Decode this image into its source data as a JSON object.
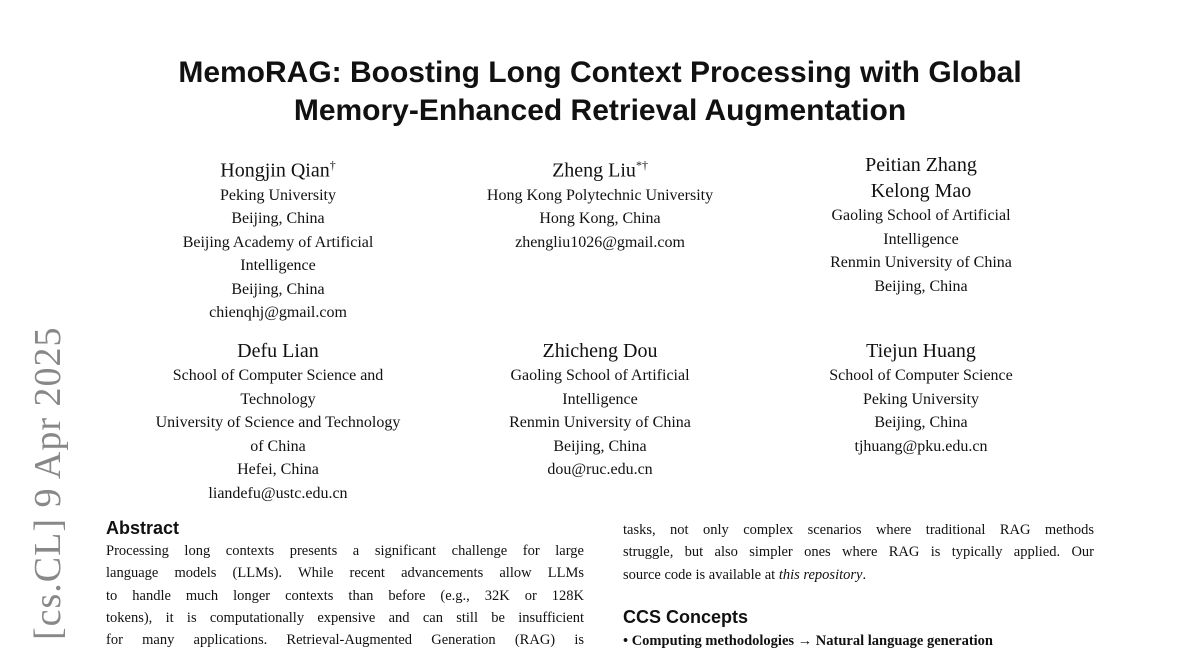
{
  "title": [
    "MemoRAG: Boosting Long Context Processing with Global",
    "Memory-Enhanced Retrieval Augmentation"
  ],
  "arxiv_stamp": "[cs.CL]  9 Apr 2025",
  "authors": [
    {
      "name": "Hongjin Qian",
      "mark": "†",
      "lines": [
        "Peking University",
        "Beijing, China",
        "Beijing Academy of Artificial",
        "Intelligence",
        "Beijing, China",
        "chienqhj@gmail.com"
      ]
    },
    {
      "name": "Zheng Liu",
      "mark": "*†",
      "lines": [
        "Hong Kong Polytechnic University",
        "Hong Kong, China",
        "zhengliu1026@gmail.com"
      ]
    },
    {
      "name": "Peitian Zhang",
      "mark": "",
      "name2": "Kelong Mao",
      "lines": [
        "Gaoling School of Artificial",
        "Intelligence",
        "Renmin University of China",
        "Beijing, China"
      ]
    },
    {
      "name": "Defu Lian",
      "mark": "",
      "lines": [
        "School of Computer Science and",
        "Technology",
        "University of Science and Technology",
        "of China",
        "Hefei, China",
        "liandefu@ustc.edu.cn"
      ]
    },
    {
      "name": "Zhicheng Dou",
      "mark": "",
      "lines": [
        "Gaoling School of Artificial",
        "Intelligence",
        "Renmin University of China",
        "Beijing, China",
        "dou@ruc.edu.cn"
      ]
    },
    {
      "name": "Tiejun Huang",
      "mark": "",
      "lines": [
        "School of Computer Science",
        "Peking University",
        "Beijing, China",
        "tjhuang@pku.edu.cn"
      ]
    }
  ],
  "abstract": {
    "heading": "Abstract",
    "lines": [
      "Processing long contexts presents a significant challenge for large",
      "language models (LLMs). While recent advancements allow LLMs",
      "to handle much longer contexts than before (e.g., 32K or 128K",
      "tokens), it is computationally expensive and can still be insufficient",
      "for many applications. Retrieval-Augmented Generation (RAG) is"
    ]
  },
  "right_column": {
    "lines": [
      "tasks, not only complex scenarios where traditional RAG methods",
      "struggle, but also simpler ones where RAG is typically applied. Our"
    ],
    "last_line_prefix": "source code is available at ",
    "link_text": "this repository",
    "last_line_suffix": ".",
    "ccs_heading": "CCS Concepts",
    "ccs_item": "• Computing methodologies → Natural language generation"
  }
}
